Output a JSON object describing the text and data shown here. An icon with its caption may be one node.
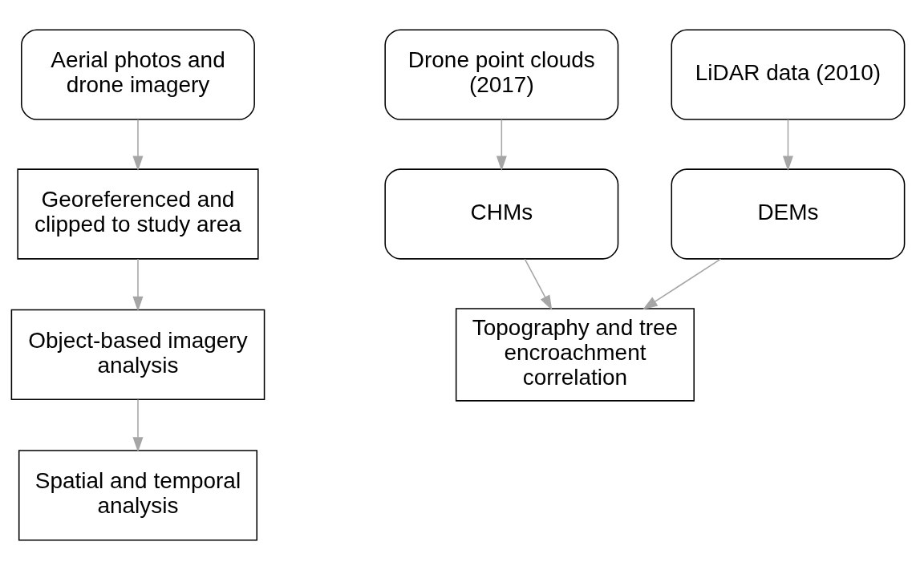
{
  "diagram": {
    "nodes": [
      {
        "text": [
          "Aerial photos and drone imagery"
        ]
      },
      {
        "text": [
          "Georeferenced and clipped to study area"
        ]
      },
      {
        "text": [
          "Object-based imagery analysis"
        ]
      },
      {
        "text": [
          "Spatial and temporal analysis"
        ]
      },
      {
        "text": [
          "Drone point clouds (2017)"
        ]
      },
      {
        "text": [
          "LiDAR data (2010)"
        ]
      },
      {
        "text": [
          "CHMs"
        ]
      },
      {
        "text": [
          "DEMs"
        ]
      },
      {
        "text": [
          "Topography and tree encroachment correlation"
        ]
      }
    ],
    "edges": [
      {
        "from": 0,
        "to": 1,
        "arrow": "to"
      },
      {
        "from": 1,
        "to": 2,
        "arrow": "to"
      },
      {
        "from": 2,
        "to": 3,
        "arrow": "to"
      },
      {
        "from": 4,
        "to": 6,
        "arrow": "to"
      },
      {
        "from": 5,
        "to": 7,
        "arrow": "to"
      },
      {
        "from": 6,
        "to": 8,
        "arrow": "to"
      },
      {
        "from": 7,
        "to": 8,
        "arrow": "to"
      }
    ]
  }
}
